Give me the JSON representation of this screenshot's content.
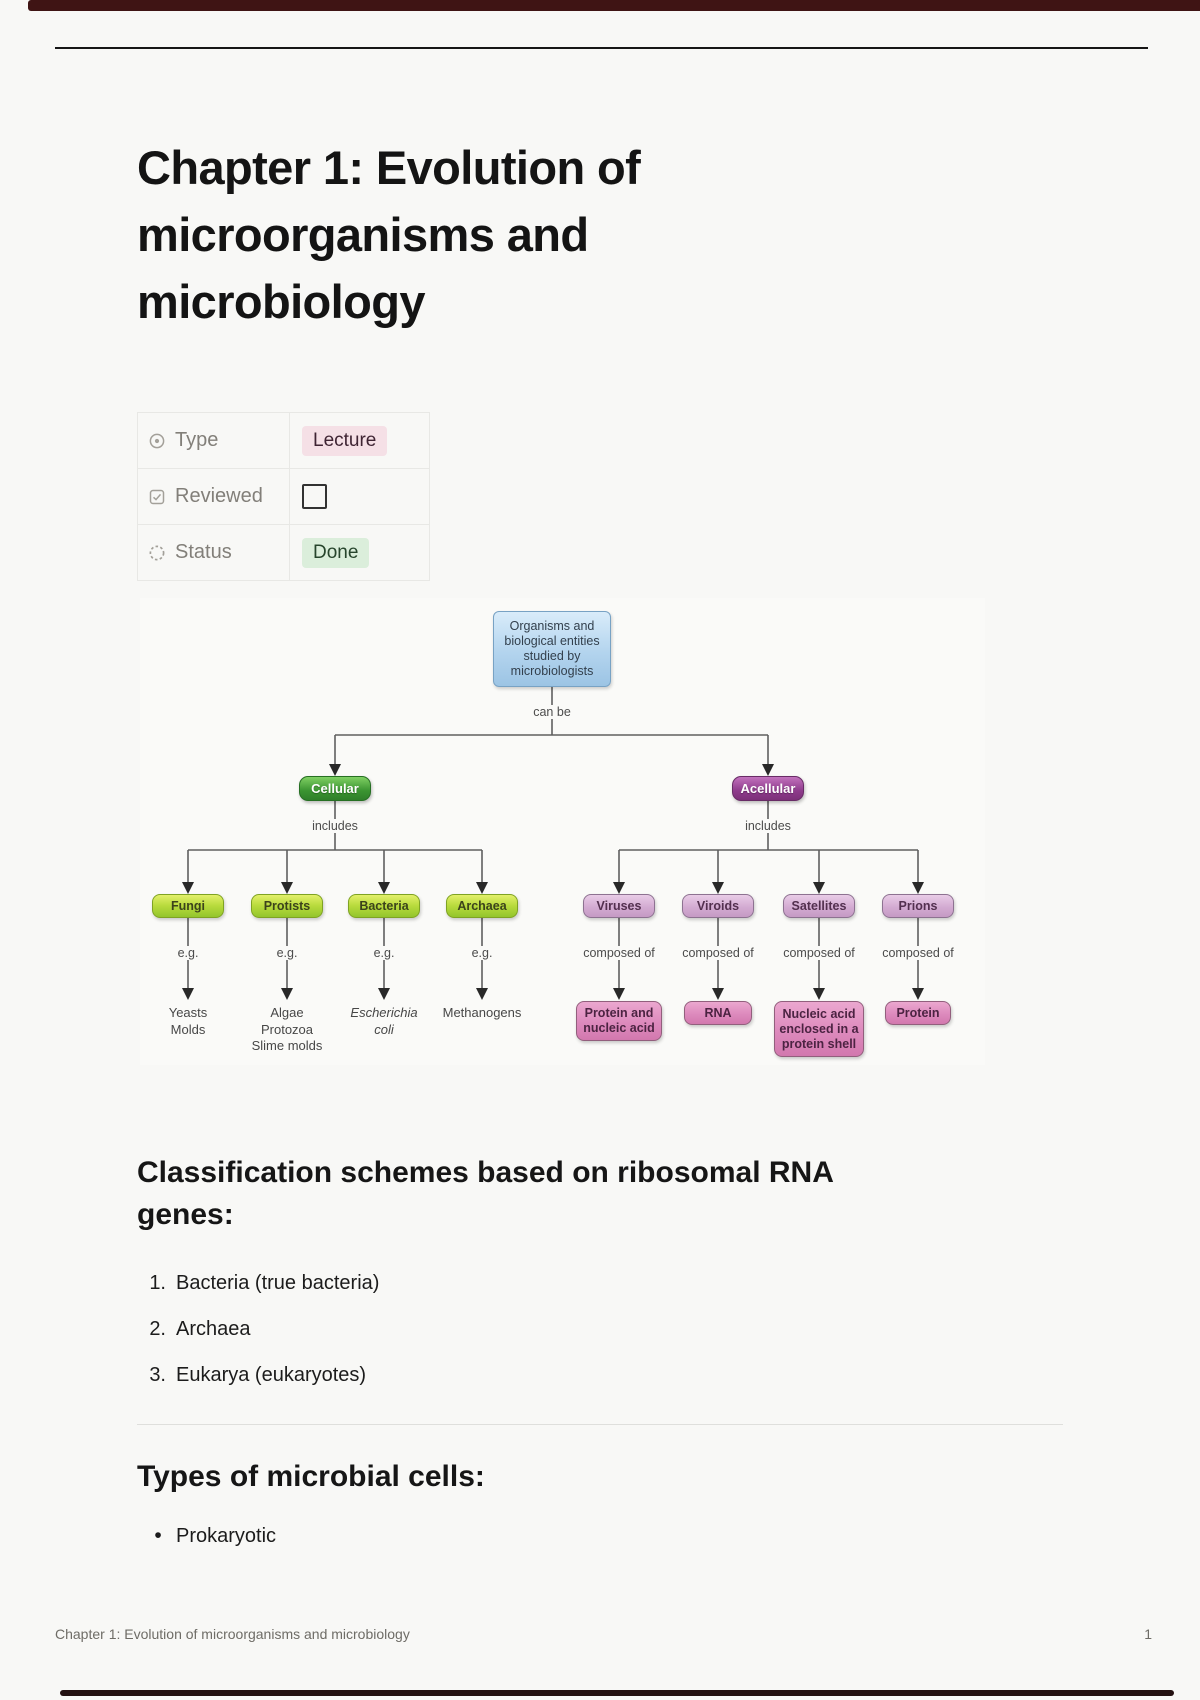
{
  "page": {
    "title": "Chapter 1: Evolution of microorganisms and microbiology",
    "footer": {
      "left": "Chapter 1: Evolution of microorganisms and microbiology",
      "page_number": "1"
    }
  },
  "properties": {
    "rows": [
      {
        "label": "Type",
        "icon": "select-icon",
        "value_kind": "badge",
        "value": "Lecture",
        "badge_bg": "#f5e0e6",
        "badge_color": "#3f2433"
      },
      {
        "label": "Reviewed",
        "icon": "checkbox-icon",
        "value_kind": "checkbox",
        "checked": false
      },
      {
        "label": "Status",
        "icon": "status-icon",
        "value_kind": "badge",
        "value": "Done",
        "badge_bg": "#dbeedb",
        "badge_color": "#27452c"
      }
    ]
  },
  "diagram": {
    "root": {
      "label": "Organisms and\nbiological entities\nstudied by\nmicrobiologists"
    },
    "root_edge": "can be",
    "branches": [
      {
        "label": "Cellular",
        "edge": "includes",
        "children": [
          {
            "label": "Fungi",
            "edge": "e.g.",
            "example": "Yeasts\nMolds"
          },
          {
            "label": "Protists",
            "edge": "e.g.",
            "example": "Algae\nProtozoa\nSlime molds"
          },
          {
            "label": "Bacteria",
            "edge": "e.g.",
            "example": "Escherichia\ncoli",
            "example_italic": true
          },
          {
            "label": "Archaea",
            "edge": "e.g.",
            "example": "Methanogens"
          }
        ]
      },
      {
        "label": "Acellular",
        "edge": "includes",
        "children": [
          {
            "label": "Viruses",
            "edge": "composed of",
            "example": "Protein and\nnucleic acid"
          },
          {
            "label": "Viroids",
            "edge": "composed of",
            "example": "RNA"
          },
          {
            "label": "Satellites",
            "edge": "composed of",
            "example": "Nucleic acid\nenclosed in a\nprotein shell"
          },
          {
            "label": "Prions",
            "edge": "composed of",
            "example": "Protein"
          }
        ]
      }
    ]
  },
  "sections": {
    "classification": {
      "heading": "Classification schemes based on ribosomal RNA genes:",
      "items": [
        {
          "num": "1.",
          "text": "Bacteria (true bacteria)"
        },
        {
          "num": "2.",
          "text": "Archaea"
        },
        {
          "num": "3.",
          "text": "Eukarya (eukaryotes)"
        }
      ]
    },
    "cells": {
      "heading": "Types of microbial cells:",
      "bullets": [
        {
          "marker": "•",
          "text": "Prokaryotic"
        }
      ]
    }
  },
  "colors": {
    "top_bottom_bar": "#3f1414",
    "root_blue": "#b3d4ee",
    "cellular_green": "#3b9431",
    "acellular_purple": "#8e3b8c",
    "cellular_child_green": "#b7da3c",
    "acellular_child_pink": "#d3abd2",
    "composition_pink": "#dd8abd",
    "badge_lecture_bg": "#f5e0e6",
    "badge_done_bg": "#dbeedb"
  }
}
